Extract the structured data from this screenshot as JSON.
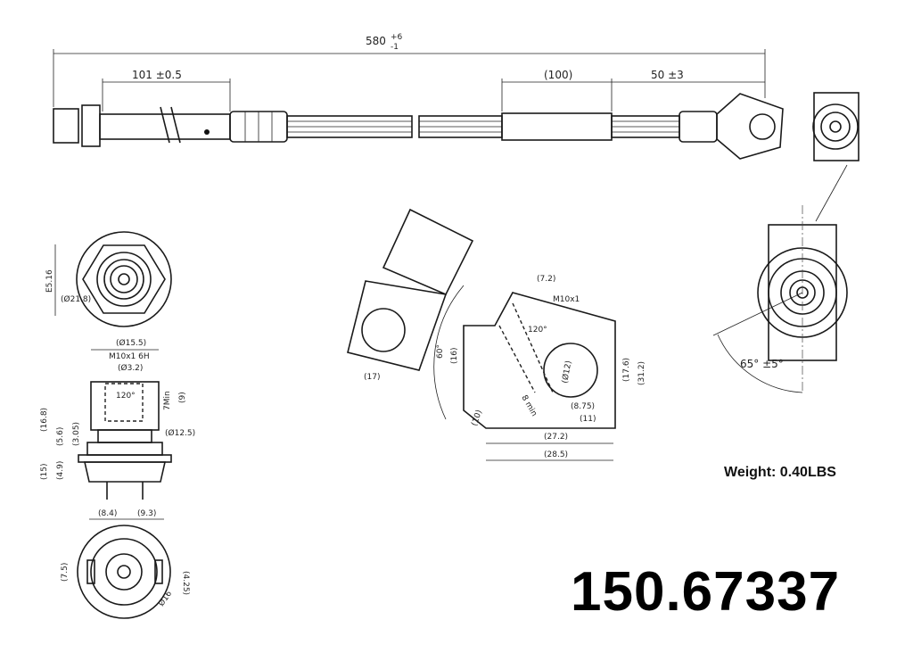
{
  "part_number": "150.67337",
  "weight": "Weight: 0.40LBS",
  "dimensions": {
    "overall_length": "580",
    "overall_tol_plus": "+6",
    "overall_tol_minus": "-1",
    "end_length": "101 ±0.5",
    "sleeve_length": "(100)",
    "fitting_offset": "50 ±3",
    "hex_across": "E5.16",
    "hex_diameter": "(Ø21.8)",
    "fitting_diameter": "(Ø15.5)",
    "thread": "M10x1 6H",
    "bore": "(Ø3.2)",
    "seat_angle": "120°",
    "thread_min": "7Min",
    "thread_depth": "(9)",
    "total_height": "(16.8)",
    "collar_height": "(5.6)",
    "neck_height": "(3.05)",
    "neck_diameter": "(Ø12.5)",
    "hex_height": "(15)",
    "hex_thickness": "(4.9)",
    "left_offset": "(8.4)",
    "right_offset": "(9.3)",
    "tab_width": "(7.5)",
    "tab_offset": "(4.25)",
    "flange_diameter": "Ø16",
    "banjo_port": "(7.2)",
    "banjo_thread": "M10x1",
    "banjo_angle": "120°",
    "banjo_arc": "60°",
    "banjo_height": "(16)",
    "banjo_bolt": "(Ø12)",
    "banjo_body": "(17.6)",
    "banjo_total": "(31.2)",
    "banjo_center": "(8.75)",
    "banjo_half": "(11)",
    "banjo_len1": "(27.2)",
    "banjo_len2": "(28.5)",
    "banjo_tab": "(10)",
    "banjo_min": "8 min",
    "section_width": "(17)",
    "orientation_angle": "65° ±5°"
  }
}
